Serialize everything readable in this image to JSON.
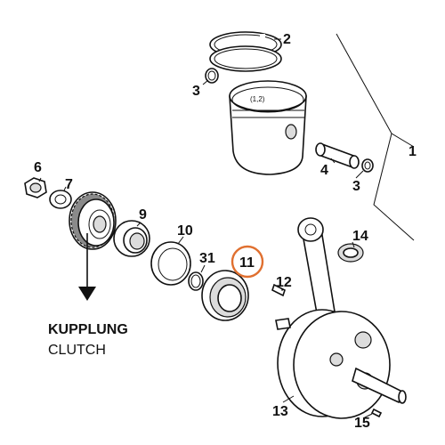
{
  "callouts": {
    "c1": "1",
    "c2": "2",
    "c3a": "3",
    "c3b": "3",
    "c4": "4",
    "c6": "6",
    "c7": "7",
    "c9": "9",
    "c10": "10",
    "c11": "11",
    "c12": "12",
    "c13": "13",
    "c14": "14",
    "c15": "15",
    "c31": "31"
  },
  "piston_mark": "(1,2)",
  "output": {
    "label_de": "KUPPLUNG",
    "label_en": "CLUTCH"
  },
  "highlight_color": "#e07030"
}
